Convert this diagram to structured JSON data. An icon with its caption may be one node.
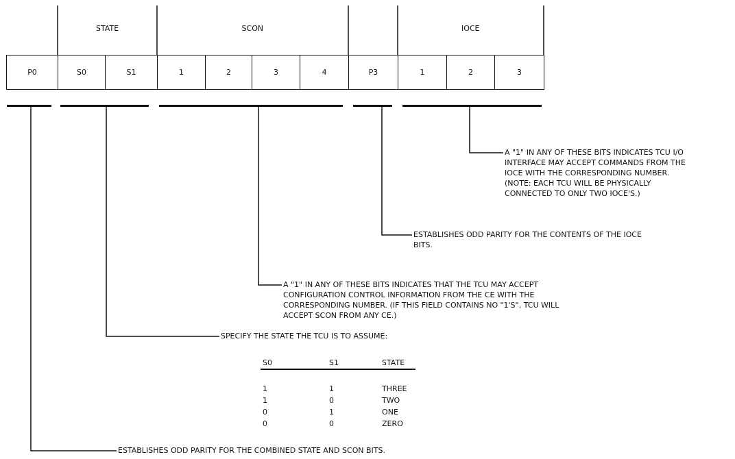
{
  "diagram": {
    "nodes": [
      {
        "text": [
          "P0"
        ]
      },
      {
        "text": [
          "S0"
        ]
      },
      {
        "text": [
          "S1"
        ]
      },
      {
        "text": [
          "1"
        ]
      },
      {
        "text": [
          "2"
        ]
      },
      {
        "text": [
          "3"
        ]
      },
      {
        "text": [
          "4"
        ]
      },
      {
        "text": [
          "P3"
        ]
      },
      {
        "text": [
          "1"
        ]
      },
      {
        "text": [
          "2"
        ]
      },
      {
        "text": [
          "3"
        ]
      },
      {
        "text": [],
        "shape": "bar"
      },
      {
        "text": [],
        "shape": "bar"
      },
      {
        "text": [],
        "shape": "bar"
      },
      {
        "text": [],
        "shape": "bar"
      },
      {
        "text": [],
        "shape": "bar"
      },
      {
        "text": [
          "A \"1\" IN ANY OF THESE BITS INDICATES TCU I/O INTERFACE MAY ACCEPT COMMANDS FROM THE IOCE WITH THE CORRESPONDING NUMBER. (NOTE: EACH TCU WILL BE PHYSICALLY CONNECTED TO ONLY TWO IOCE'S.)"
        ]
      },
      {
        "text": [
          "ESTABLISHES ODD PARITY FOR THE CONTENTS OF THE IOCE BITS."
        ]
      },
      {
        "text": [
          "A \"1\" IN ANY OF THESE BITS INDICATES THAT THE TCU MAY ACCEPT CONFIGURATION CONTROL INFORMATION FROM THE CE WITH THE CORRESPONDING NUMBER. (IF THIS FIELD CONTAINS NO \"1'S\", TCU WILL ACCEPT SCON FROM ANY CE.)"
        ]
      },
      {
        "text": [
          "SPECIFY THE STATE THE TCU IS TO ASSUME:"
        ]
      },
      {
        "text": [
          "ESTABLISHES ODD PARITY FOR THE COMBINED STATE AND SCON BITS."
        ]
      }
    ],
    "edges": [
      {
        "from": 16,
        "to": 15,
        "arrow": "none"
      },
      {
        "from": 17,
        "to": 14,
        "arrow": "none"
      },
      {
        "from": 18,
        "to": 13,
        "arrow": "none"
      },
      {
        "from": 19,
        "to": 12,
        "arrow": "none"
      },
      {
        "from": 20,
        "to": 11,
        "arrow": "none"
      }
    ],
    "labels": [
      "STATE",
      "SCON",
      "IOCE",
      "S0",
      "S1",
      "STATE",
      "1",
      "1",
      "THREE",
      "1",
      "0",
      "TWO",
      "0",
      "1",
      "ONE",
      "0",
      "0",
      "ZERO"
    ]
  }
}
